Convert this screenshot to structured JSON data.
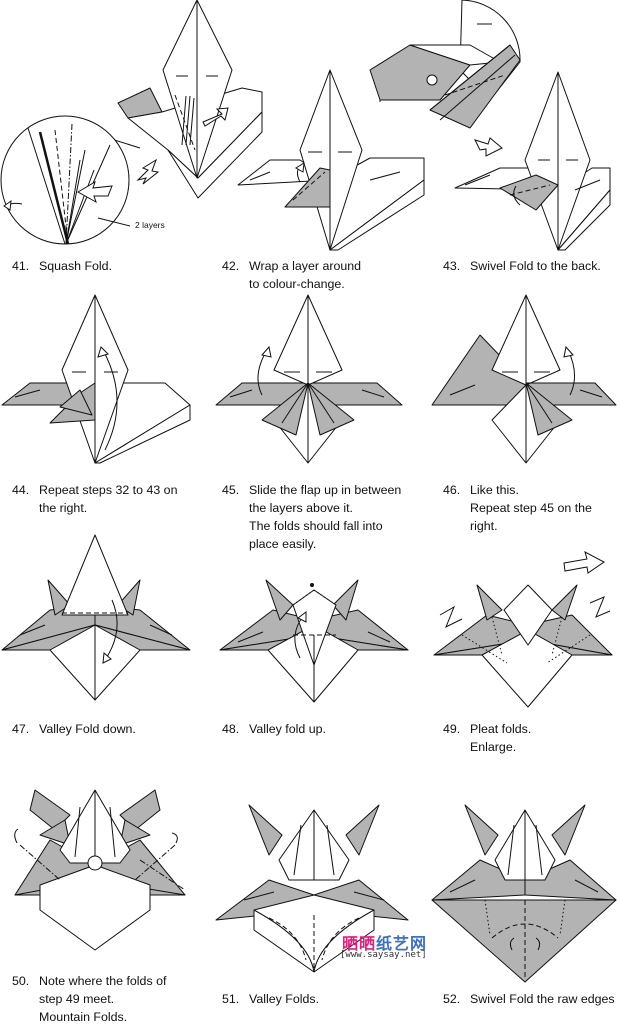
{
  "steps": [
    {
      "num": "41.",
      "lines": [
        "Squash Fold."
      ]
    },
    {
      "num": "42.",
      "lines": [
        "Wrap a layer around",
        "to colour-change."
      ]
    },
    {
      "num": "43.",
      "lines": [
        "Swivel Fold to the back."
      ]
    },
    {
      "num": "44.",
      "lines": [
        "Repeat steps 32 to 43 on",
        "the right."
      ]
    },
    {
      "num": "45.",
      "lines": [
        "Slide the flap up in between",
        "the layers above it.",
        "The folds should fall into",
        "place easily."
      ]
    },
    {
      "num": "46.",
      "lines": [
        "Like this.",
        "Repeat step 45 on the",
        "right."
      ]
    },
    {
      "num": "47.",
      "lines": [
        "Valley Fold down."
      ]
    },
    {
      "num": "48.",
      "lines": [
        "Valley fold up."
      ]
    },
    {
      "num": "49.",
      "lines": [
        "Pleat folds.",
        "Enlarge."
      ]
    },
    {
      "num": "50.",
      "lines": [
        "Note where the folds of",
        "step 49 meet.",
        "Mountain Folds."
      ]
    },
    {
      "num": "51.",
      "lines": [
        "Valley Folds."
      ]
    },
    {
      "num": "52.",
      "lines": [
        "Swivel Fold the raw edges"
      ]
    }
  ],
  "annotations": {
    "two_layers": "2 layers"
  },
  "watermark": {
    "chinese_a": "晒晒",
    "chinese_b": "纸艺网",
    "url": "[www.saysay.net]"
  },
  "colors": {
    "shaded": "#b3b3b3",
    "paper": "#ffffff",
    "line": "#111111"
  },
  "icons": [
    "push-arrow-icon",
    "rotate-arrow-icon",
    "fold-arrow-icon",
    "pleat-zigzag-icon",
    "enlarge-arrow-icon",
    "hold-point-icon"
  ]
}
